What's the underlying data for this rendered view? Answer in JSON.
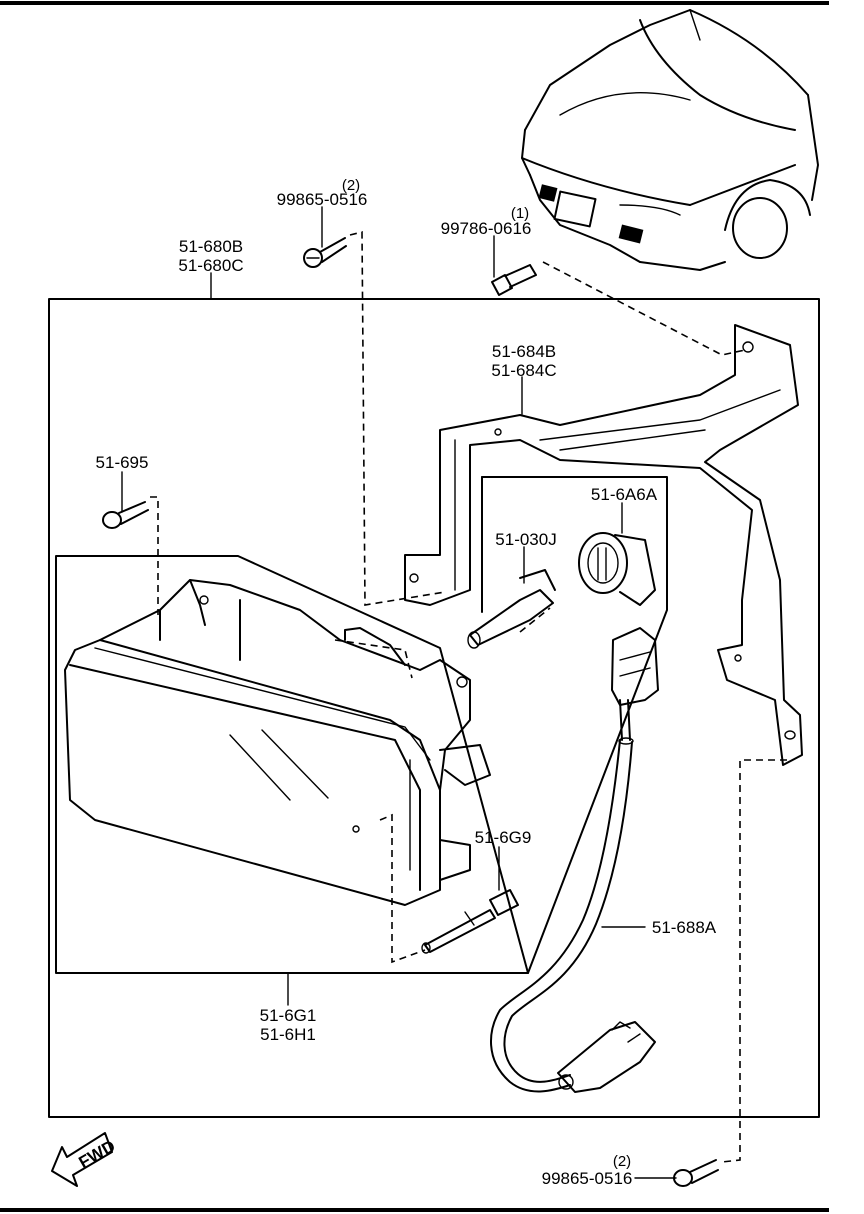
{
  "parts": {
    "screw_top": {
      "number": "99865-0516",
      "qty": "(2)"
    },
    "bolt": {
      "number": "99786-0616",
      "qty": "(1)"
    },
    "assembly": {
      "line1": "51-680B",
      "line2": "51-680C"
    },
    "bracket": {
      "line1": "51-684B",
      "line2": "51-684C"
    },
    "screw_left": {
      "number": "51-695"
    },
    "socket": {
      "number": "51-6A6A"
    },
    "bulb": {
      "number": "51-030J"
    },
    "adjuster": {
      "number": "51-6G9"
    },
    "harness": {
      "number": "51-688A"
    },
    "lamp_unit": {
      "line1": "51-6G1",
      "line2": "51-6H1"
    },
    "screw_bottom": {
      "number": "99865-0516",
      "qty": "(2)"
    }
  },
  "fwd_arrow": {
    "label": "FWD"
  }
}
